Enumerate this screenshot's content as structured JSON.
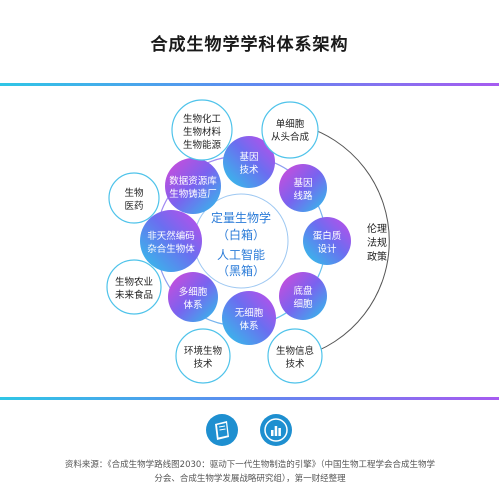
{
  "title": "合成生物学学科体系架构",
  "center": {
    "line1": "定量生物学",
    "line2": "（白箱）",
    "line3": "人工智能",
    "line4": "（黑箱）"
  },
  "inner_nodes": [
    {
      "lines": [
        "基因",
        "技术"
      ]
    },
    {
      "lines": [
        "基因",
        "线路"
      ]
    },
    {
      "lines": [
        "蛋白质",
        "设计"
      ]
    },
    {
      "lines": [
        "底盘",
        "细胞"
      ]
    },
    {
      "lines": [
        "无细胞",
        "体系"
      ]
    },
    {
      "lines": [
        "多细胞",
        "体系"
      ]
    },
    {
      "lines": [
        "非天然编码",
        "杂合生物体"
      ]
    },
    {
      "lines": [
        "数据资源库",
        "生物铸造厂"
      ]
    }
  ],
  "outer_nodes": [
    {
      "lines": [
        "生物化工",
        "生物材料",
        "生物能源"
      ]
    },
    {
      "lines": [
        "单细胞",
        "从头合成"
      ]
    },
    {
      "lines": [
        "生物",
        "医药"
      ]
    },
    {
      "lines": [
        "生物农业",
        "未来食品"
      ]
    },
    {
      "lines": [
        "环境生物",
        "技术"
      ]
    },
    {
      "lines": [
        "生物信息",
        "技术"
      ]
    }
  ],
  "side_label": [
    "伦理",
    "法规",
    "政策"
  ],
  "icons": [
    "book-logo-icon",
    "bar-chart-logo-icon"
  ],
  "source_line1": "资料来源：《合成生物学路线图2030：驱动下一代生物制造的引擎》（中国生物工程学会合成生物学",
  "source_line2": "分会、合成生物学发展战略研究组），第一财经整理",
  "colors": {
    "accent_cyan": "#2fc6e6",
    "accent_blue": "#3d7fe0",
    "accent_purple": "#b44cf0",
    "accent_pink": "#e04fd6"
  }
}
